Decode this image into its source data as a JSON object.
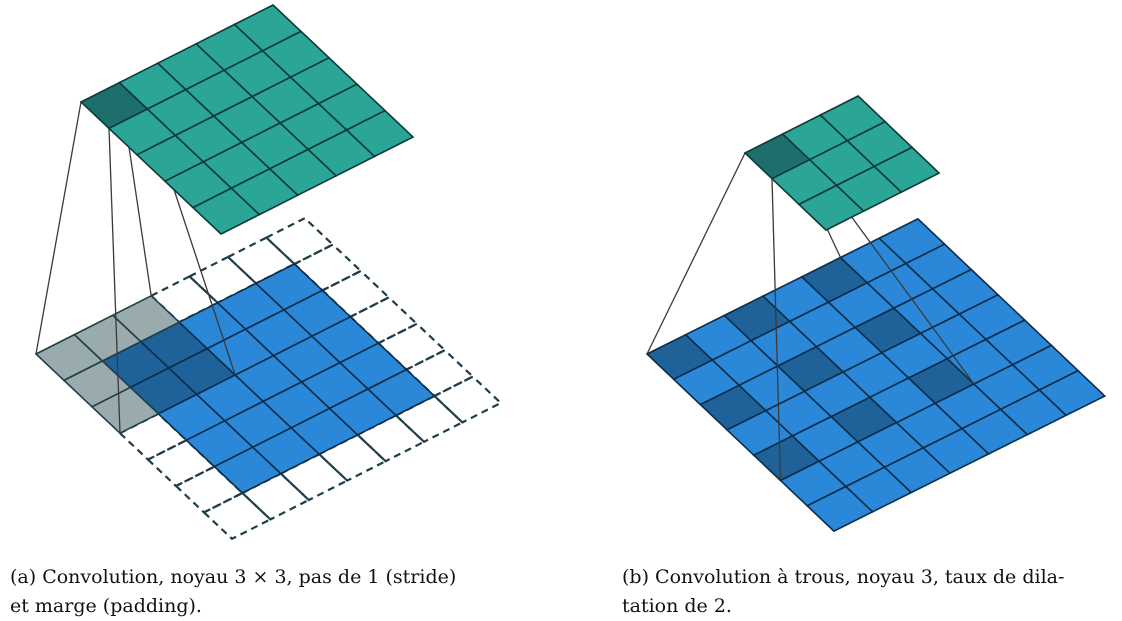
{
  "colors": {
    "background": "#ffffff",
    "output_fill": "#2aa596",
    "output_selected": "#1e6f6b",
    "output_stroke": "#0d3a3a",
    "input_fill": "#2b88d8",
    "input_selected": "#1f6299",
    "input_stroke": "#0b2d4a",
    "padding_fill": "#9aabad",
    "padding_stroke": "#1f3e4a",
    "projection_line": "#3a3a3a"
  },
  "figures": [
    {
      "id": "a",
      "description_name": "standard-convolution",
      "input_size": 5,
      "padding": 1,
      "output_size": 5,
      "kernel_size": 3,
      "dilation": 1,
      "kernel_origin": [
        0,
        0
      ],
      "caption": {
        "label": "(a) Convolution, noyau 3 × 3, pas de 1 (stride)",
        "continuation": "et marge (padding)."
      }
    },
    {
      "id": "b",
      "description_name": "dilated-convolution",
      "input_size": 7,
      "padding": 0,
      "output_size": 3,
      "kernel_size": 3,
      "dilation": 2,
      "kernel_origin": [
        0,
        0
      ],
      "caption": {
        "label": "(b) Convolution à trous, noyau 3, taux de dila-",
        "continuation": "tation de 2."
      }
    }
  ]
}
